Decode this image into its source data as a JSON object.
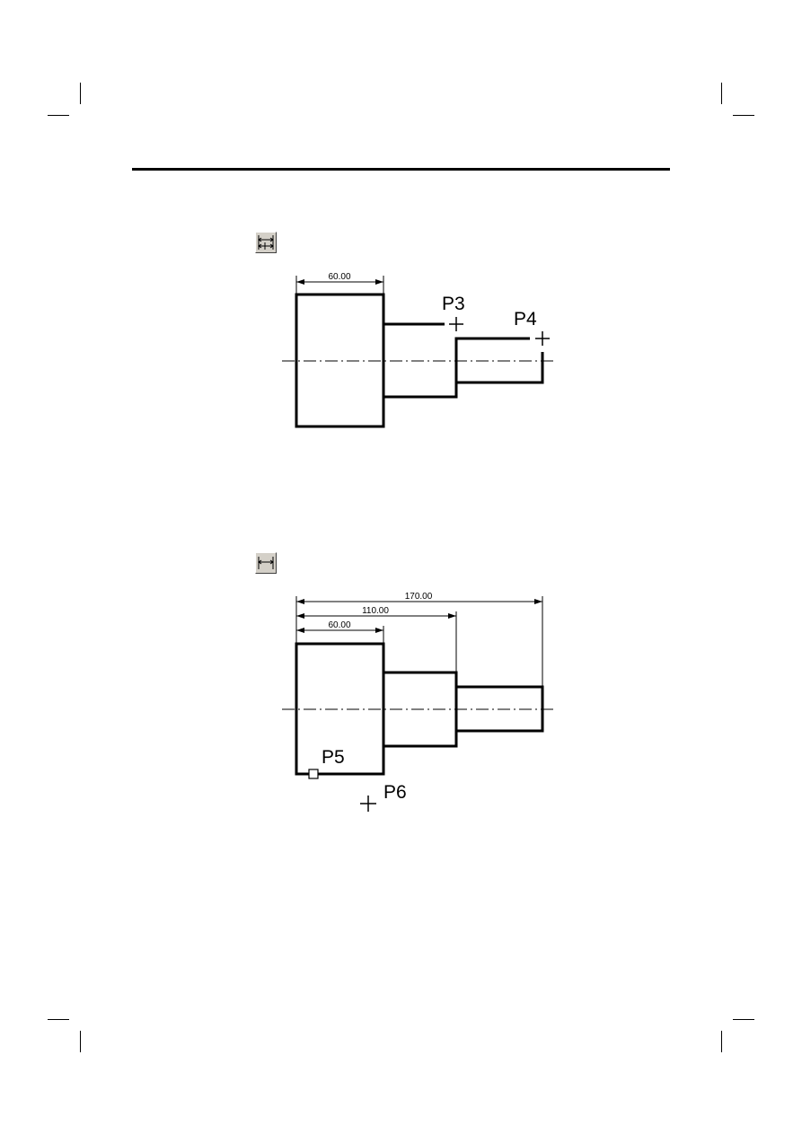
{
  "figure1": {
    "dimension": "60.00",
    "point_labels": {
      "p3": "P3",
      "p4": "P4"
    },
    "tool_icon": "continuous-dimension-icon"
  },
  "figure2": {
    "dimensions": {
      "d170": "170.00",
      "d110": "110.00",
      "d60": "60.00"
    },
    "point_labels": {
      "p5": "P5",
      "p6": "P6"
    },
    "tool_icon": "linear-dimension-icon"
  },
  "colors": {
    "ink": "#000000",
    "button_face": "#d4d0c8"
  }
}
